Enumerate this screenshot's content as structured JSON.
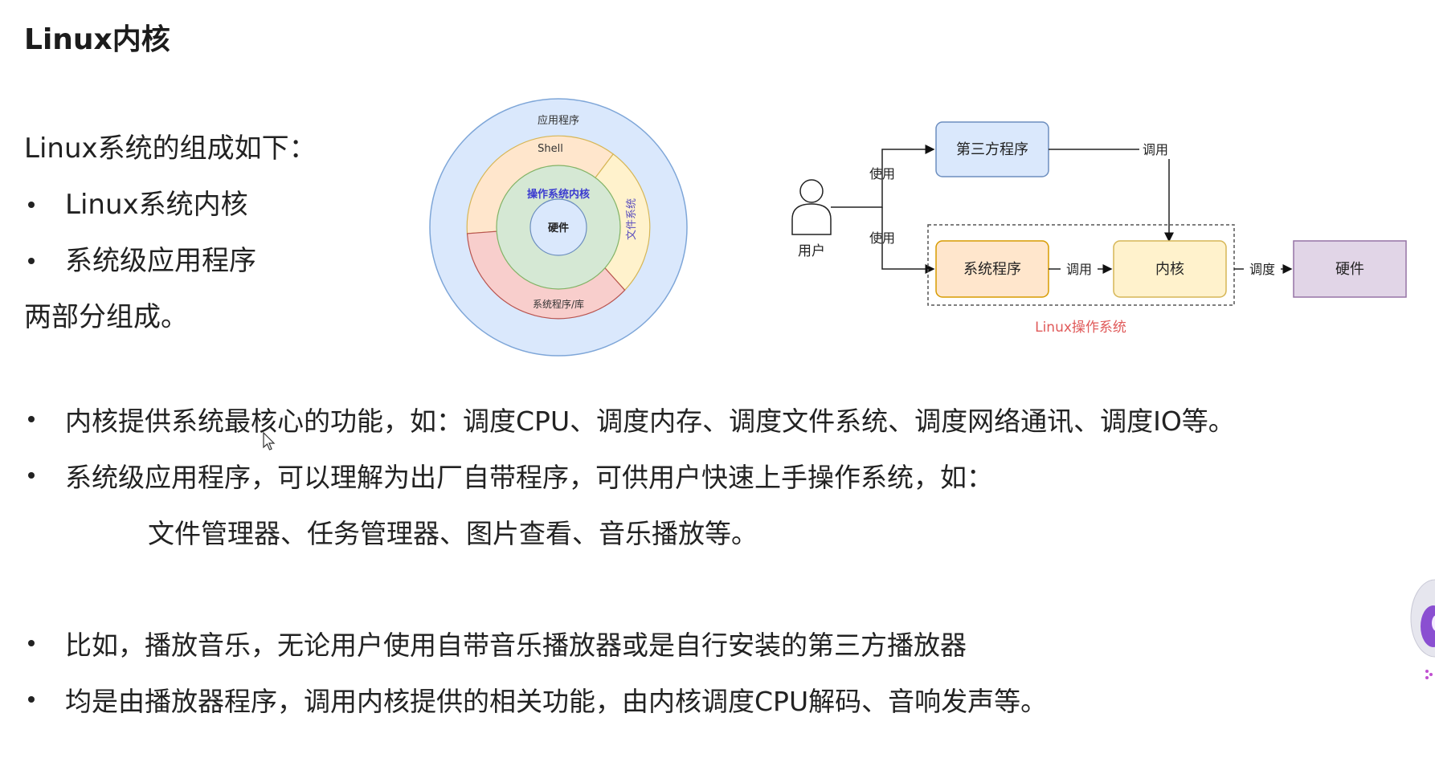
{
  "title": "Linux内核",
  "intro": {
    "heading": "Linux系统的组成如下：",
    "items": [
      "Linux系统内核",
      "系统级应用程序"
    ],
    "footer": "两部分组成。"
  },
  "circle_diagram": {
    "app": "应用程序",
    "shell": "Shell",
    "fs": "文件系统",
    "libs": "系统程序/库",
    "kernel": "操作系统内核",
    "hardware": "硬件"
  },
  "flow_diagram": {
    "user": "用户",
    "use_top": "使用",
    "use_bottom": "使用",
    "third_party": "第三方程序",
    "call_top": "调用",
    "system_prog": "系统程序",
    "call_mid": "调用",
    "kernel": "内核",
    "schedule": "调度",
    "hardware": "硬件",
    "os_label": "Linux操作系统"
  },
  "bullets_1": [
    "内核提供系统最核心的功能，如：调度CPU、调度内存、调度文件系统、调度网络通讯、调度IO等。",
    "系统级应用程序，可以理解为出厂自带程序，可供用户快速上手操作系统，如："
  ],
  "indent_line": "文件管理器、任务管理器、图片查看、音乐播放等。",
  "bullets_2": [
    "比如，播放音乐，无论用户使用自带音乐播放器或是自行安装的第三方播放器",
    "均是由播放器程序，调用内核提供的相关功能，由内核调度CPU解码、音响发声等。"
  ],
  "colors": {
    "outer_blue": "#dae8fc",
    "shell_orange": "#ffe6cc",
    "fs_yellow": "#fff2cc",
    "lib_red": "#f8cecc",
    "kernel_green": "#d5e8d4",
    "hardware_purple": "#e1d5e7",
    "os_label_red": "#e05a5a"
  }
}
